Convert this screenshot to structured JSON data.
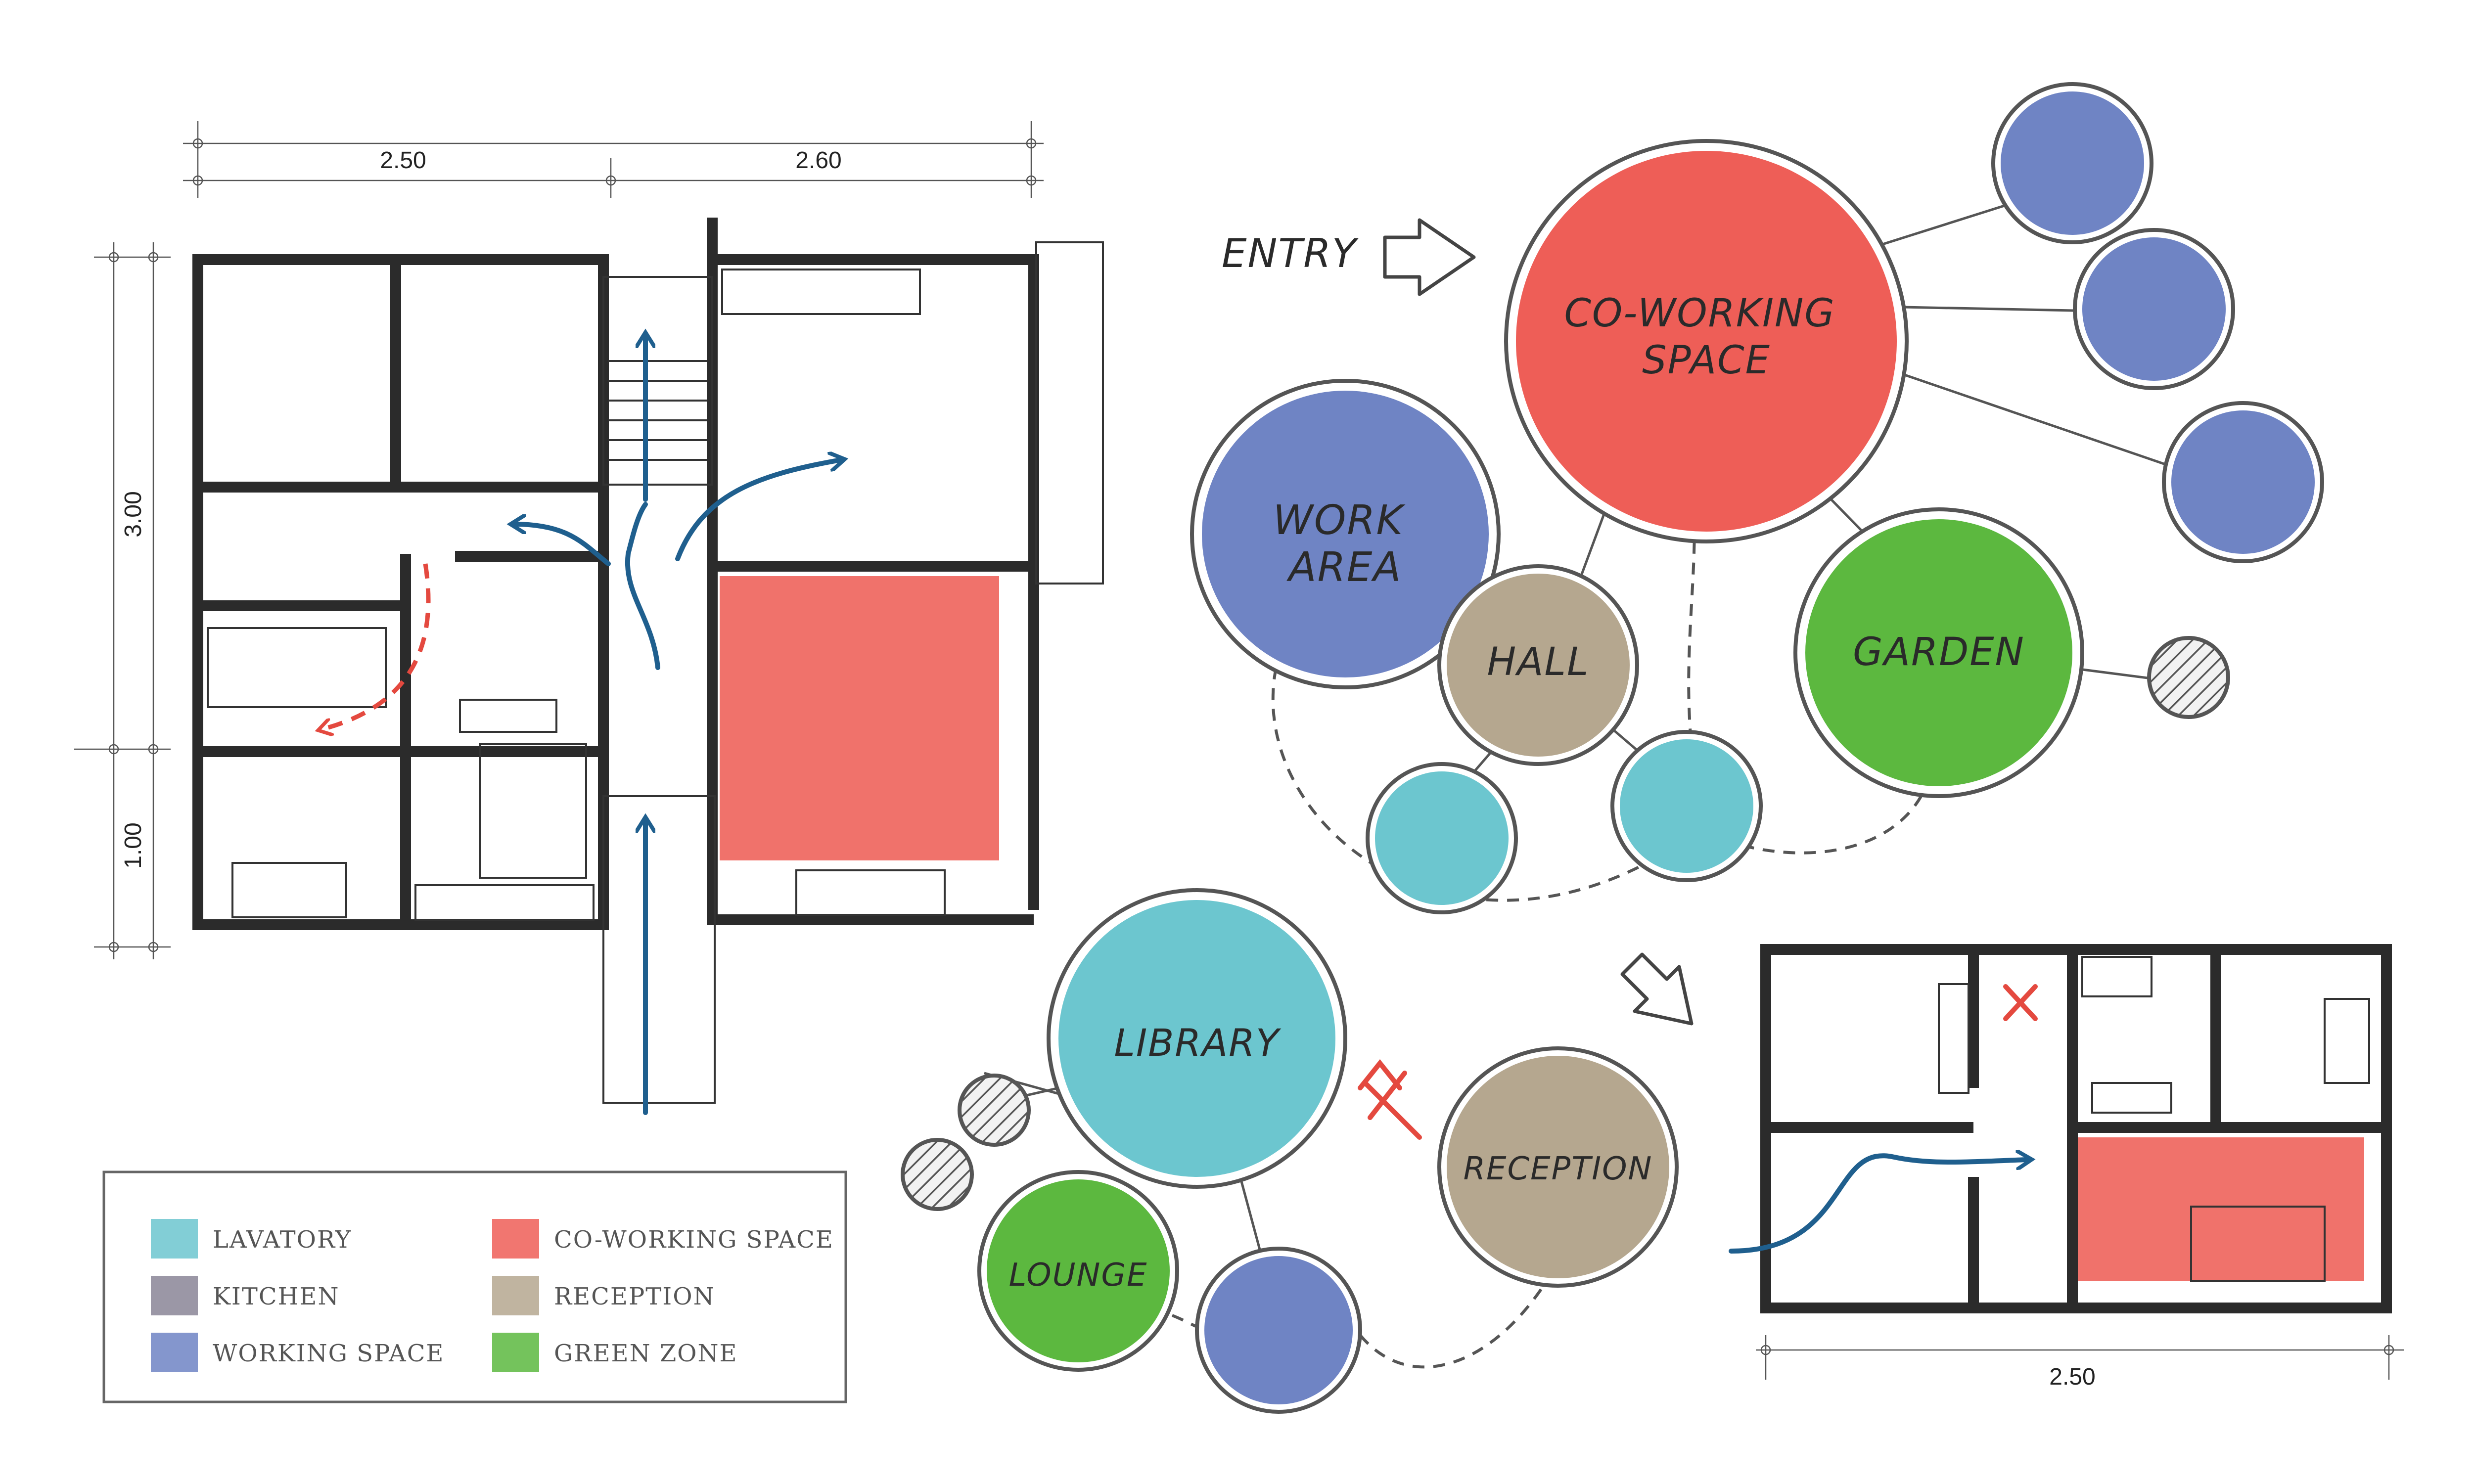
{
  "dimensions": {
    "top_left": "2.50",
    "top_right": "2.60",
    "side_upper": "3.00",
    "side_lower": "1.00",
    "bottom_small_plan": "2.50"
  },
  "entry_label": "ENTRY",
  "bubbles": {
    "coworking": "CO-WORKING\nSPACE",
    "work_area": "WORK\nAREA",
    "hall": "HALL",
    "garden": "GARDEN",
    "library": "LIBRARY",
    "lounge": "LOUNGE",
    "reception": "RECEPTION"
  },
  "legend": [
    {
      "label": "LAVATORY",
      "color": "#6cc6cf"
    },
    {
      "label": "CO-WORKING SPACE",
      "color": "#ee5e57"
    },
    {
      "label": "KITCHEN",
      "color": "#8a8596"
    },
    {
      "label": "RECEPTION",
      "color": "#b5a78f"
    },
    {
      "label": "WORKING SPACE",
      "color": "#6f84c4"
    },
    {
      "label": "GREEN ZONE",
      "color": "#5cb83f"
    }
  ],
  "colors": {
    "red": "#ee5e57",
    "blue": "#6f84c4",
    "teal": "#6cc6cf",
    "tan": "#b5a78f",
    "green": "#5cb83f",
    "arrow_blue": "#1f5f8e",
    "arrow_red": "#e4493f"
  }
}
